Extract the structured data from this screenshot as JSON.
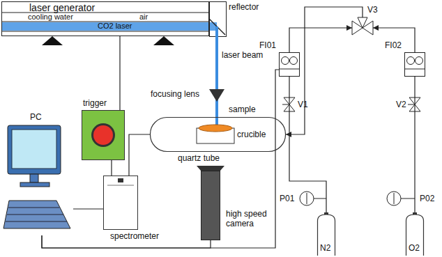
{
  "diagram": {
    "nodes": [
      {
        "text": [
          "laser generator"
        ]
      },
      {
        "text": [
          "trigger"
        ]
      },
      {
        "text": [
          "quartz tube"
        ]
      },
      {
        "text": [
          "spectrometer"
        ]
      },
      {
        "text": [
          "high speed camera"
        ]
      },
      {
        "text": [
          "PC"
        ]
      },
      {
        "text": [
          "FI01"
        ]
      },
      {
        "text": [
          "FI02"
        ]
      },
      {
        "text": [
          "V3"
        ]
      },
      {
        "text": [
          "N2"
        ]
      },
      {
        "text": [
          "O2"
        ]
      }
    ],
    "edges": [
      {
        "from": 0,
        "to": 1,
        "arrow": "none"
      },
      {
        "from": 1,
        "to": 3,
        "arrow": "none"
      },
      {
        "from": 3,
        "to": 2,
        "arrow": "none"
      },
      {
        "from": 5,
        "to": 3,
        "arrow": "none"
      },
      {
        "from": 5,
        "to": 4,
        "arrow": "none"
      },
      {
        "from": 5,
        "to": 6,
        "arrow": "none"
      },
      {
        "from": 9,
        "to": 6,
        "arrow": "none"
      },
      {
        "from": 10,
        "to": 7,
        "arrow": "none"
      },
      {
        "from": 6,
        "to": 8,
        "arrow": "to"
      },
      {
        "from": 7,
        "to": 8,
        "arrow": "to"
      },
      {
        "from": 8,
        "to": 2,
        "arrow": "to"
      }
    ],
    "labels": [
      "air",
      "cooling water",
      "CO2 laser",
      "reflector",
      "laser beam",
      "focusing lens",
      "sample",
      "crucible",
      "V1",
      "V2",
      "P01",
      "P02"
    ]
  }
}
